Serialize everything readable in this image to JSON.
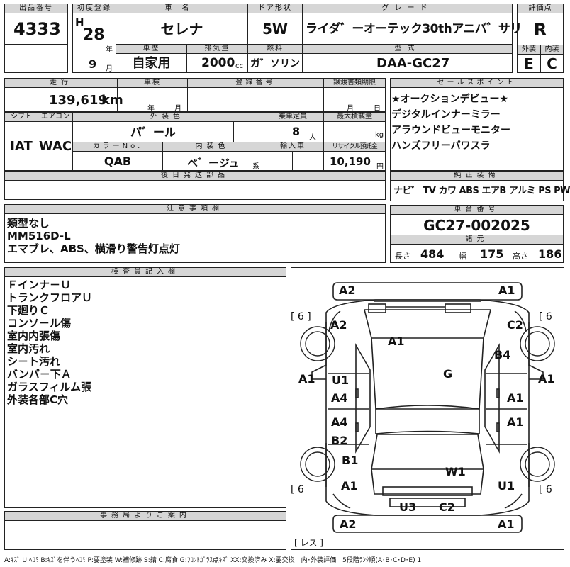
{
  "lot": {
    "label": "出品番号",
    "value": "4333"
  },
  "first_reg": {
    "label": "初度登録",
    "era": "H",
    "year": "28",
    "year_unit": "年",
    "month": "9",
    "month_unit": "月"
  },
  "car_name": {
    "label": "車名",
    "value": "セレナ"
  },
  "door": {
    "label": "ドア形状",
    "value": "5W"
  },
  "grade": {
    "label": "グレード",
    "value": "ライダ゛ーオーテック30thアニバ゛サリ"
  },
  "score": {
    "label": "評価点",
    "value": "R"
  },
  "history": {
    "label": "車歴",
    "value": "自家用"
  },
  "displacement": {
    "label": "排気量",
    "value": "2000",
    "unit": "cc"
  },
  "fuel": {
    "label": "燃料",
    "value": "ガ゛ソリン"
  },
  "model": {
    "label": "型式",
    "value": "DAA-GC27"
  },
  "exterior_grade": {
    "label": "外装",
    "value": "E"
  },
  "interior_grade": {
    "label": "内装",
    "value": "C"
  },
  "mileage": {
    "label": "走行",
    "value": "139,619",
    "unit": "km"
  },
  "inspection": {
    "label": "車検",
    "year_unit": "年",
    "month_unit": "月"
  },
  "reg_no": {
    "label": "登録番号"
  },
  "transfer": {
    "label": "譲渡書類期限",
    "month_unit": "月",
    "day_unit": "日"
  },
  "selling_points": {
    "label": "セールスポイント",
    "items": [
      "★オークションデビュー★",
      "デジタルインナーミラー",
      "アラウンドビューモニター",
      "ハンズフリーパワスラ"
    ]
  },
  "shift": {
    "label": "シフト",
    "value": "IAT"
  },
  "aircon": {
    "label": "エアコン",
    "value": "WAC"
  },
  "ext_color": {
    "label": "外装色",
    "value": "パ゛ール"
  },
  "capacity": {
    "label": "乗車定員",
    "value": "8",
    "unit": "人"
  },
  "max_load": {
    "label": "最大積載量",
    "unit": "kg"
  },
  "color_no": {
    "label": "カラーNo.",
    "value": "QAB"
  },
  "int_color": {
    "label": "内装色",
    "value": "ベ゛ージュ",
    "unit": "系"
  },
  "import": {
    "label": "輸入車"
  },
  "recycle": {
    "label": "リサイクル預託金",
    "value": "10,190",
    "unit": "円"
  },
  "later_parts": {
    "label": "後日発送部品"
  },
  "equipment": {
    "label": "純正装備",
    "value": "ナビ゛ TV カワ ABS エアB アルミ PS PW"
  },
  "caution": {
    "label": "注意事項欄",
    "lines": [
      "類型なし",
      "MM516D-L",
      "エマブレ、ABS、横滑り警告灯点灯"
    ]
  },
  "chassis": {
    "label": "車台番号",
    "value": "GC27-002025"
  },
  "dimensions": {
    "label": "諸元",
    "length_label": "長さ",
    "length": "484",
    "width_label": "幅",
    "width": "175",
    "height_label": "高さ",
    "height": "186"
  },
  "inspector": {
    "label": "検査員記入欄",
    "lines": [
      "Ｆインナ－Ｕ",
      "トランクフロアＵ",
      "下廻りＣ",
      "コンソ－ル傷",
      "室内内張傷",
      "室内汚れ",
      "シ－ト汚れ",
      "バンパ－下Ａ",
      "ガラスフィルム張",
      "外装各部C穴"
    ]
  },
  "office": {
    "label": "事務局よりご案内"
  },
  "diagram": {
    "tire_labels": [
      "[ 6 ]",
      "[ 6",
      "[ 6",
      "[ 6"
    ],
    "marks": [
      "A2",
      "A1",
      "A2",
      "C2",
      "A1",
      "B4",
      "A1",
      "A1",
      "U1",
      "G",
      "A4",
      "A1",
      "A4",
      "A1",
      "B2",
      "B1",
      "W1",
      "A1",
      "U1",
      "U3",
      "C2",
      "A2",
      "A1"
    ],
    "less": "[ レス ]"
  },
  "legend": "A:ｷｽﾞ U:ﾍｺﾐ B:ｷｽﾞを伴うﾍｺﾐ P:要塗装 W:補修跡 S:錆 C:腐食 G:ﾌﾛﾝﾄｶﾞﾗｽ点ｷｽﾞ XX:交換済み X:要交換　内･外装評価　5段階ﾗﾝｸ順(A･B･C･D･E) 1"
}
